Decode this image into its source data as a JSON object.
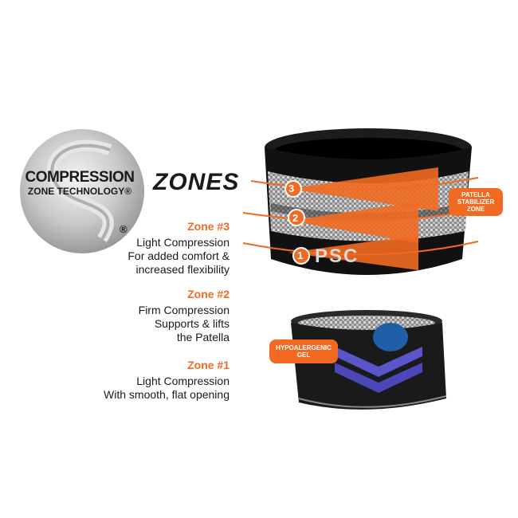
{
  "logo": {
    "line1": "COMPRESSION",
    "line2": "ZONE TECHNOLOGY®",
    "registered": "®"
  },
  "title": "ZONES",
  "zones": [
    {
      "heading": "Zone #3",
      "lines": [
        "Light Compression",
        "For added comfort &",
        "increased flexibility"
      ]
    },
    {
      "heading": "Zone #2",
      "lines": [
        "Firm Compression",
        "Supports & lifts",
        "the Patella"
      ]
    },
    {
      "heading": "Zone #1",
      "lines": [
        "Light Compression",
        "With smooth, flat opening"
      ]
    }
  ],
  "product": {
    "markers": [
      "3",
      "2",
      "1"
    ],
    "brand_text": "PSC",
    "patella_label": [
      "PATELLA",
      "STABILIZER",
      "ZONE"
    ],
    "gel_label": [
      "HYPOALERGENIC",
      "GEL"
    ]
  },
  "colors": {
    "accent": "#f26a21",
    "text": "#1a1a1a"
  }
}
